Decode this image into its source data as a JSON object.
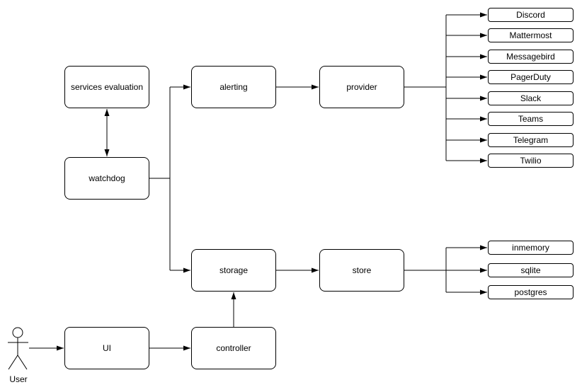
{
  "diagram": {
    "colors": {
      "stroke": "#000000",
      "node_fill": "#ffffff",
      "background": "#ffffff",
      "text": "#000000"
    },
    "nodes": {
      "services_evaluation": "services evaluation",
      "watchdog": "watchdog",
      "alerting": "alerting",
      "provider": "provider",
      "storage": "storage",
      "store": "store",
      "ui": "UI",
      "controller": "controller"
    },
    "provider_targets": [
      "Discord",
      "Mattermost",
      "Messagebird",
      "PagerDuty",
      "Slack",
      "Teams",
      "Telegram",
      "Twilio"
    ],
    "store_targets": [
      "inmemory",
      "sqlite",
      "postgres"
    ],
    "actor_label": "User",
    "edges": [
      {
        "from": "services_evaluation",
        "to": "watchdog",
        "bidirectional": true
      },
      {
        "from": "watchdog",
        "to": "alerting"
      },
      {
        "from": "watchdog",
        "to": "storage"
      },
      {
        "from": "alerting",
        "to": "provider"
      },
      {
        "from": "provider",
        "to": "provider_targets"
      },
      {
        "from": "storage",
        "to": "store"
      },
      {
        "from": "store",
        "to": "store_targets"
      },
      {
        "from": "user",
        "to": "ui"
      },
      {
        "from": "ui",
        "to": "controller"
      },
      {
        "from": "controller",
        "to": "storage"
      }
    ]
  }
}
